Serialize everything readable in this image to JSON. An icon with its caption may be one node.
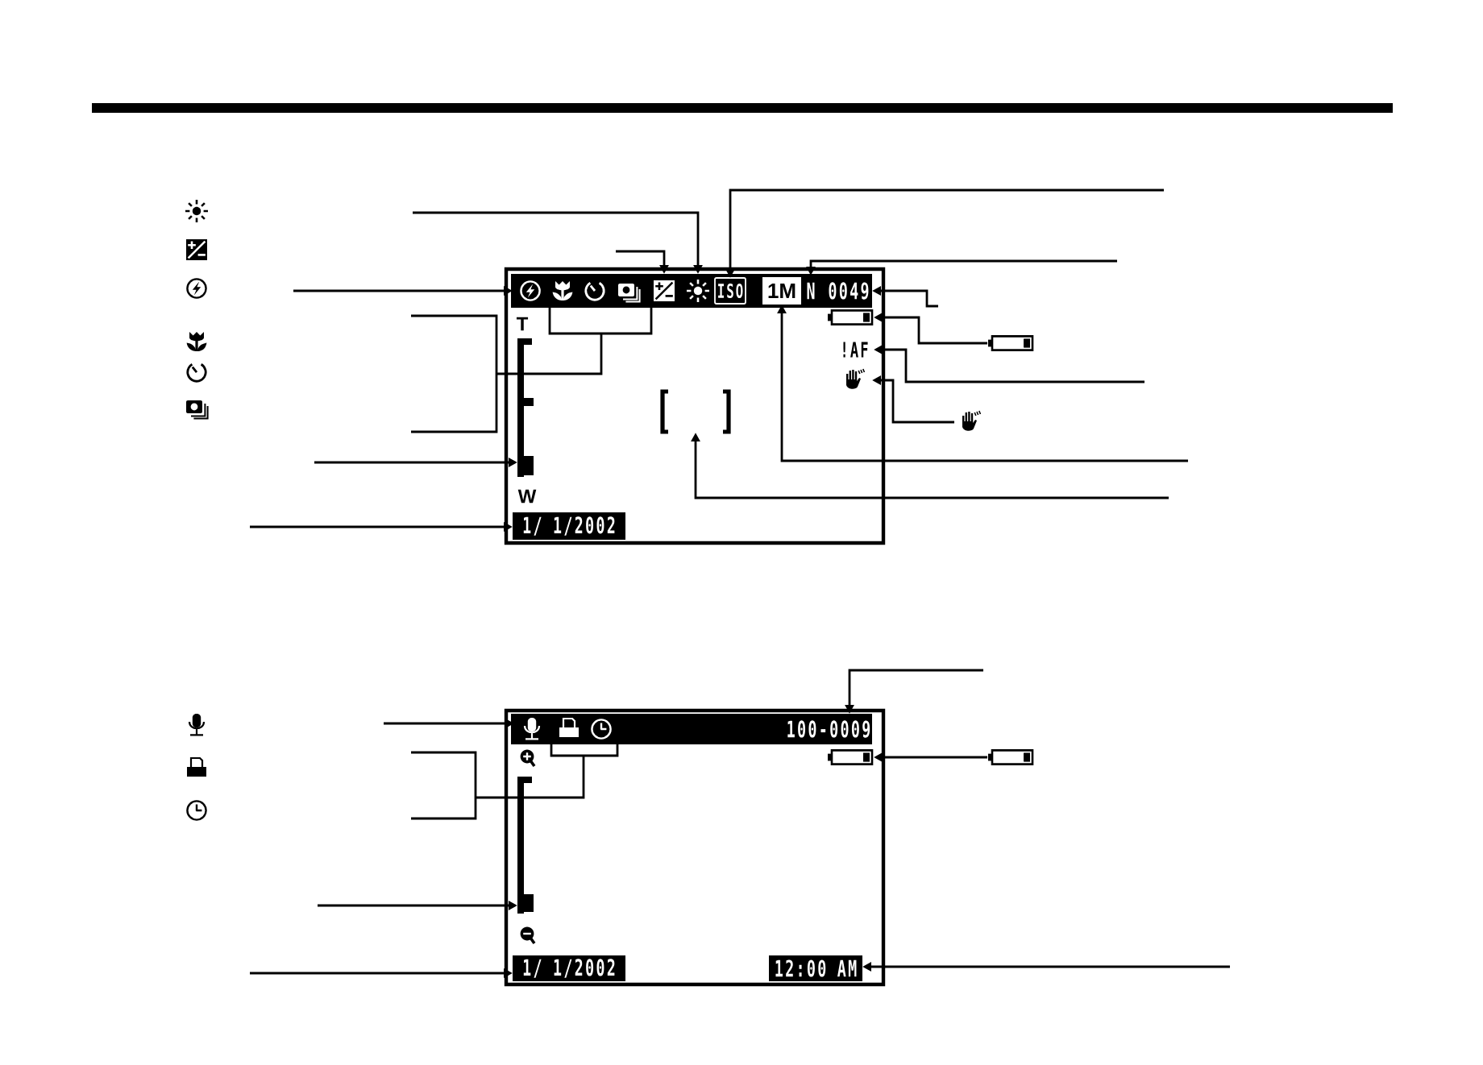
{
  "diagram": {
    "nodes": [
      {
        "text": [],
        "shape": "box"
      },
      {
        "text": [],
        "shape": "bar",
        "in": 0
      },
      {
        "text": [],
        "shape": "picture",
        "in": 1
      },
      {
        "text": [],
        "shape": "picture",
        "in": 1
      },
      {
        "text": [],
        "shape": "picture",
        "in": 1
      },
      {
        "text": [],
        "shape": "picture",
        "in": 1
      },
      {
        "text": [
          "ISO"
        ],
        "in": 1
      },
      {
        "text": [
          "1M"
        ],
        "in": 1
      },
      {
        "text": [
          "N"
        ],
        "in": 1
      },
      {
        "text": [
          "0049"
        ],
        "in": 1
      },
      {
        "text": [],
        "shape": "picture",
        "in": 0
      },
      {
        "text": [
          "!AF"
        ],
        "in": 0
      },
      {
        "text": [],
        "shape": "picture",
        "in": 0
      },
      {
        "text": [],
        "shape": "picture",
        "in": 0
      },
      {
        "text": [],
        "shape": "bar",
        "in": 0
      },
      {
        "text": [
          "1/ 1/2002"
        ],
        "in": 0
      },
      {
        "text": [],
        "shape": "picture"
      },
      {
        "text": [],
        "shape": "picture"
      },
      {
        "text": [],
        "shape": "box"
      },
      {
        "text": [],
        "shape": "bar",
        "in": 18
      },
      {
        "text": [],
        "shape": "picture",
        "in": 19
      },
      {
        "text": [],
        "shape": "picture",
        "in": 19
      },
      {
        "text": [
          "100-0009"
        ],
        "in": 19
      },
      {
        "text": [],
        "shape": "picture",
        "in": 18
      },
      {
        "text": [],
        "shape": "bar",
        "in": 18
      },
      {
        "text": [
          "1/ 1/2002"
        ],
        "in": 18
      },
      {
        "text": [
          "12:00 AM"
        ],
        "in": 18
      },
      {
        "text": [],
        "shape": "picture"
      }
    ],
    "edges": [
      {
        "from": null,
        "to": 5,
        "arrow": "to"
      },
      {
        "from": null,
        "to": 4,
        "arrow": "to"
      },
      {
        "from": null,
        "to": 6,
        "arrow": "to"
      },
      {
        "from": null,
        "to": 8,
        "arrow": "to"
      },
      {
        "from": null,
        "to": 9,
        "arrow": "to"
      },
      {
        "from": 16,
        "to": 10,
        "arrow": "to"
      },
      {
        "from": null,
        "to": 11,
        "arrow": "to"
      },
      {
        "from": 17,
        "to": 12,
        "arrow": "to"
      },
      {
        "from": null,
        "to": 7,
        "arrow": "to"
      },
      {
        "from": null,
        "to": 13,
        "arrow": "to"
      },
      {
        "from": null,
        "to": 2,
        "arrow": "to"
      },
      {
        "from": null,
        "to": 3,
        "arrow": "none"
      },
      {
        "from": null,
        "to": 14,
        "arrow": "to"
      },
      {
        "from": null,
        "to": 15,
        "arrow": "to"
      },
      {
        "from": null,
        "to": 22,
        "arrow": "to"
      },
      {
        "from": 27,
        "to": 23,
        "arrow": "to"
      },
      {
        "from": null,
        "to": 26,
        "arrow": "to"
      },
      {
        "from": null,
        "to": 20,
        "arrow": "to"
      },
      {
        "from": null,
        "to": 21,
        "arrow": "none"
      },
      {
        "from": null,
        "to": 24,
        "arrow": "to"
      },
      {
        "from": null,
        "to": 25,
        "arrow": "to"
      }
    ],
    "labels": [
      "T",
      "W"
    ]
  }
}
